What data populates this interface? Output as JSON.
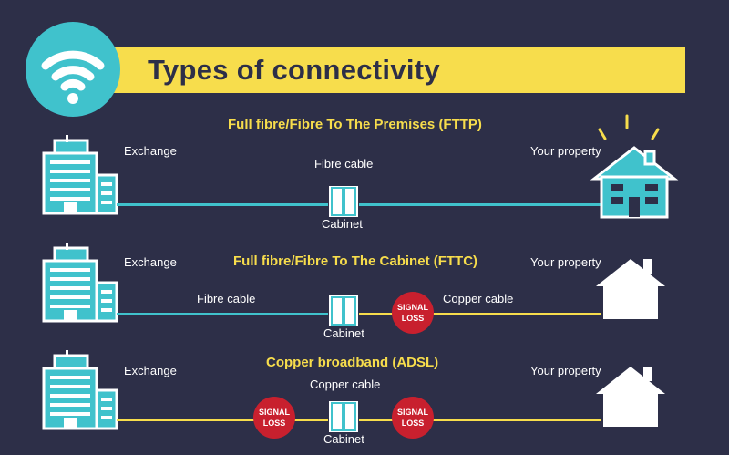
{
  "title": "Types of connectivity",
  "colors": {
    "background": "#2d2f48",
    "yellow": "#f7dd4c",
    "teal": "#40c2cc",
    "signal_red": "#c8202e",
    "white": "#ffffff"
  },
  "sections": [
    {
      "heading": "Full fibre/Fibre To The Premises (FTTP)",
      "exchange_label": "Exchange",
      "property_label": "Your property",
      "cabinet_label": "Cabinet",
      "cable_labels": [
        "Fibre cable"
      ]
    },
    {
      "heading": "Full fibre/Fibre To The Cabinet (FTTC)",
      "exchange_label": "Exchange",
      "property_label": "Your property",
      "cabinet_label": "Cabinet",
      "cable_labels": [
        "Fibre cable",
        "Copper cable"
      ],
      "signal_loss": [
        "SIGNAL",
        "LOSS"
      ]
    },
    {
      "heading": "Copper broadband (ADSL)",
      "exchange_label": "Exchange",
      "property_label": "Your property",
      "cabinet_label": "Cabinet",
      "cable_labels": [
        "Copper cable"
      ],
      "signal_loss": [
        "SIGNAL",
        "LOSS"
      ]
    }
  ]
}
